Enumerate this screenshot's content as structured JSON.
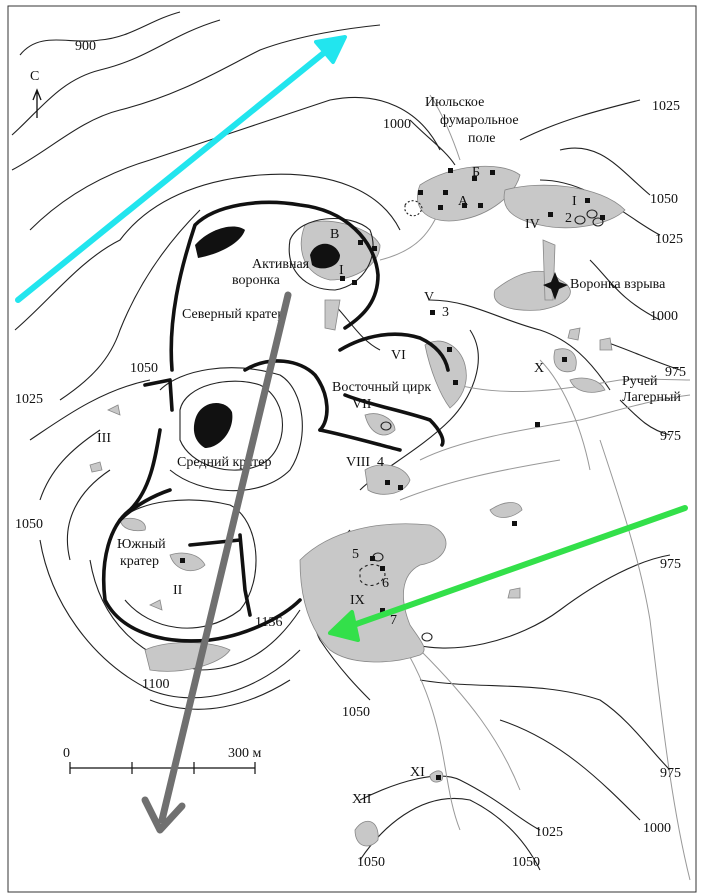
{
  "map": {
    "north_label": "С",
    "labels": {
      "c900": "900",
      "fumarole_field": [
        "Июльское",
        "фумарольное",
        "поле"
      ],
      "c1000_top": "1000",
      "c1025_tr": "1025",
      "site_b_cyr": "Б",
      "site_a": "А",
      "roman_i_right": "I",
      "num_2": "2",
      "c1050_tr": "1050",
      "roman_iv": "IV",
      "c1025_r": "1025",
      "site_v": "В",
      "active_vent": [
        "Активная",
        "воронка"
      ],
      "roman_i_center": "I",
      "explosion_vent": "Воронка взрыва",
      "roman_v": "V",
      "num_3": "3",
      "c1000_r": "1000",
      "north_crater": "Северный кратер",
      "c1050_l": "1050",
      "roman_vi": "VI",
      "c975_r1": "975",
      "roman_x": "X",
      "creek": [
        "Ручей",
        "Лагерный"
      ],
      "east_cirque": "Восточный цирк",
      "roman_vii": "VII",
      "c1025_l": "1025",
      "roman_iii": "III",
      "c975_r2": "975",
      "middle_crater": "Средний кратер",
      "roman_viii": "VIII",
      "num_4": "4",
      "c1050_l2": "1050",
      "south_crater": [
        "Южный",
        "кратер"
      ],
      "num_5": "5",
      "num_6": "6",
      "c975_r3": "975",
      "roman_ii": "II",
      "roman_ix": "IX",
      "num_7": "7",
      "c1136": "1136",
      "c1100": "1100",
      "c1050_b": "1050",
      "c975_r4": "975",
      "roman_xi": "XI",
      "roman_xii": "XII",
      "c1025_b": "1025",
      "c1000_b": "1000",
      "c1050_b2": "1050",
      "c1050_b3": "1050"
    },
    "scale_bar": {
      "start": "0",
      "end": "300 м"
    },
    "colors": {
      "cyan_arrow": "#22e5ee",
      "green_arrow": "#33e04a",
      "gray_arrow": "#707070",
      "deposits": "#c8c8c8"
    }
  }
}
